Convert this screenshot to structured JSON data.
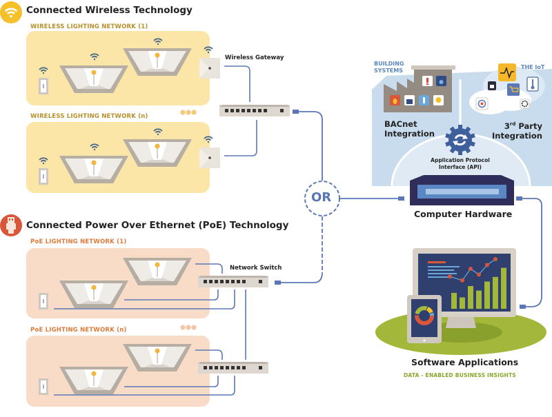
{
  "wireless": {
    "title": "Connected Wireless Technology",
    "icon": "wifi-icon",
    "network_1_label": "WIRELESS LIGHTING NETWORK (1)",
    "network_n_label": "WIRELESS LIGHTING NETWORK (n)",
    "gateway_label": "Wireless Gateway"
  },
  "poe": {
    "title": "Connected Power Over Ethernet (PoE) Technology",
    "icon": "ethernet-plug-icon",
    "network_1_label": "PoE LIGHTING NETWORK (1)",
    "network_n_label": "PoE LIGHTING NETWORK (n)",
    "switch_label": "Network Switch"
  },
  "connector": {
    "or_label": "OR"
  },
  "integration": {
    "building_systems_label": "BUILDING\nSYSTEMS",
    "building_line1": "BUILDING",
    "building_line2": "SYSTEMS",
    "iot_label": "THE IoT",
    "bacnet_line1": "BACnet",
    "bacnet_line2": "Integration",
    "third_party_line1": "3",
    "third_party_sup": "rd",
    "third_party_line1_rest": " Party",
    "third_party_line2": "Integration",
    "api_line1": "Application Protocol",
    "api_line2": "Interface (API)",
    "building_icons": [
      "alert-icon",
      "water-drop-icon",
      "fire-icon",
      "lock-icon",
      "thermometer-icon",
      "lightbulb-icon"
    ],
    "iot_icons": [
      "heartbeat-icon",
      "lock-icon",
      "shopping-cart-icon",
      "thermometer-icon",
      "target-icon",
      "gear-icon"
    ]
  },
  "hardware": {
    "label": "Computer Hardware"
  },
  "software": {
    "title": "Software Applications",
    "subtitle": "DATA - ENABLED BUSINESS INSIGHTS",
    "chart_bars": [
      0.35,
      0.25,
      0.5,
      0.4,
      0.6,
      0.7,
      0.9
    ],
    "chart_line": [
      0.55,
      0.45,
      0.75,
      0.6,
      0.85,
      1.0
    ]
  },
  "colors": {
    "wireless_panel": "#fbe6a8",
    "poe_panel": "#f8dcc7",
    "wireless_accent": "#f5c02a",
    "poe_accent": "#d9563a",
    "cable": "#5b77b8",
    "hardware_dark": "#2f2d5a",
    "sky": "#c9dced",
    "grass": "#a3b83a"
  }
}
